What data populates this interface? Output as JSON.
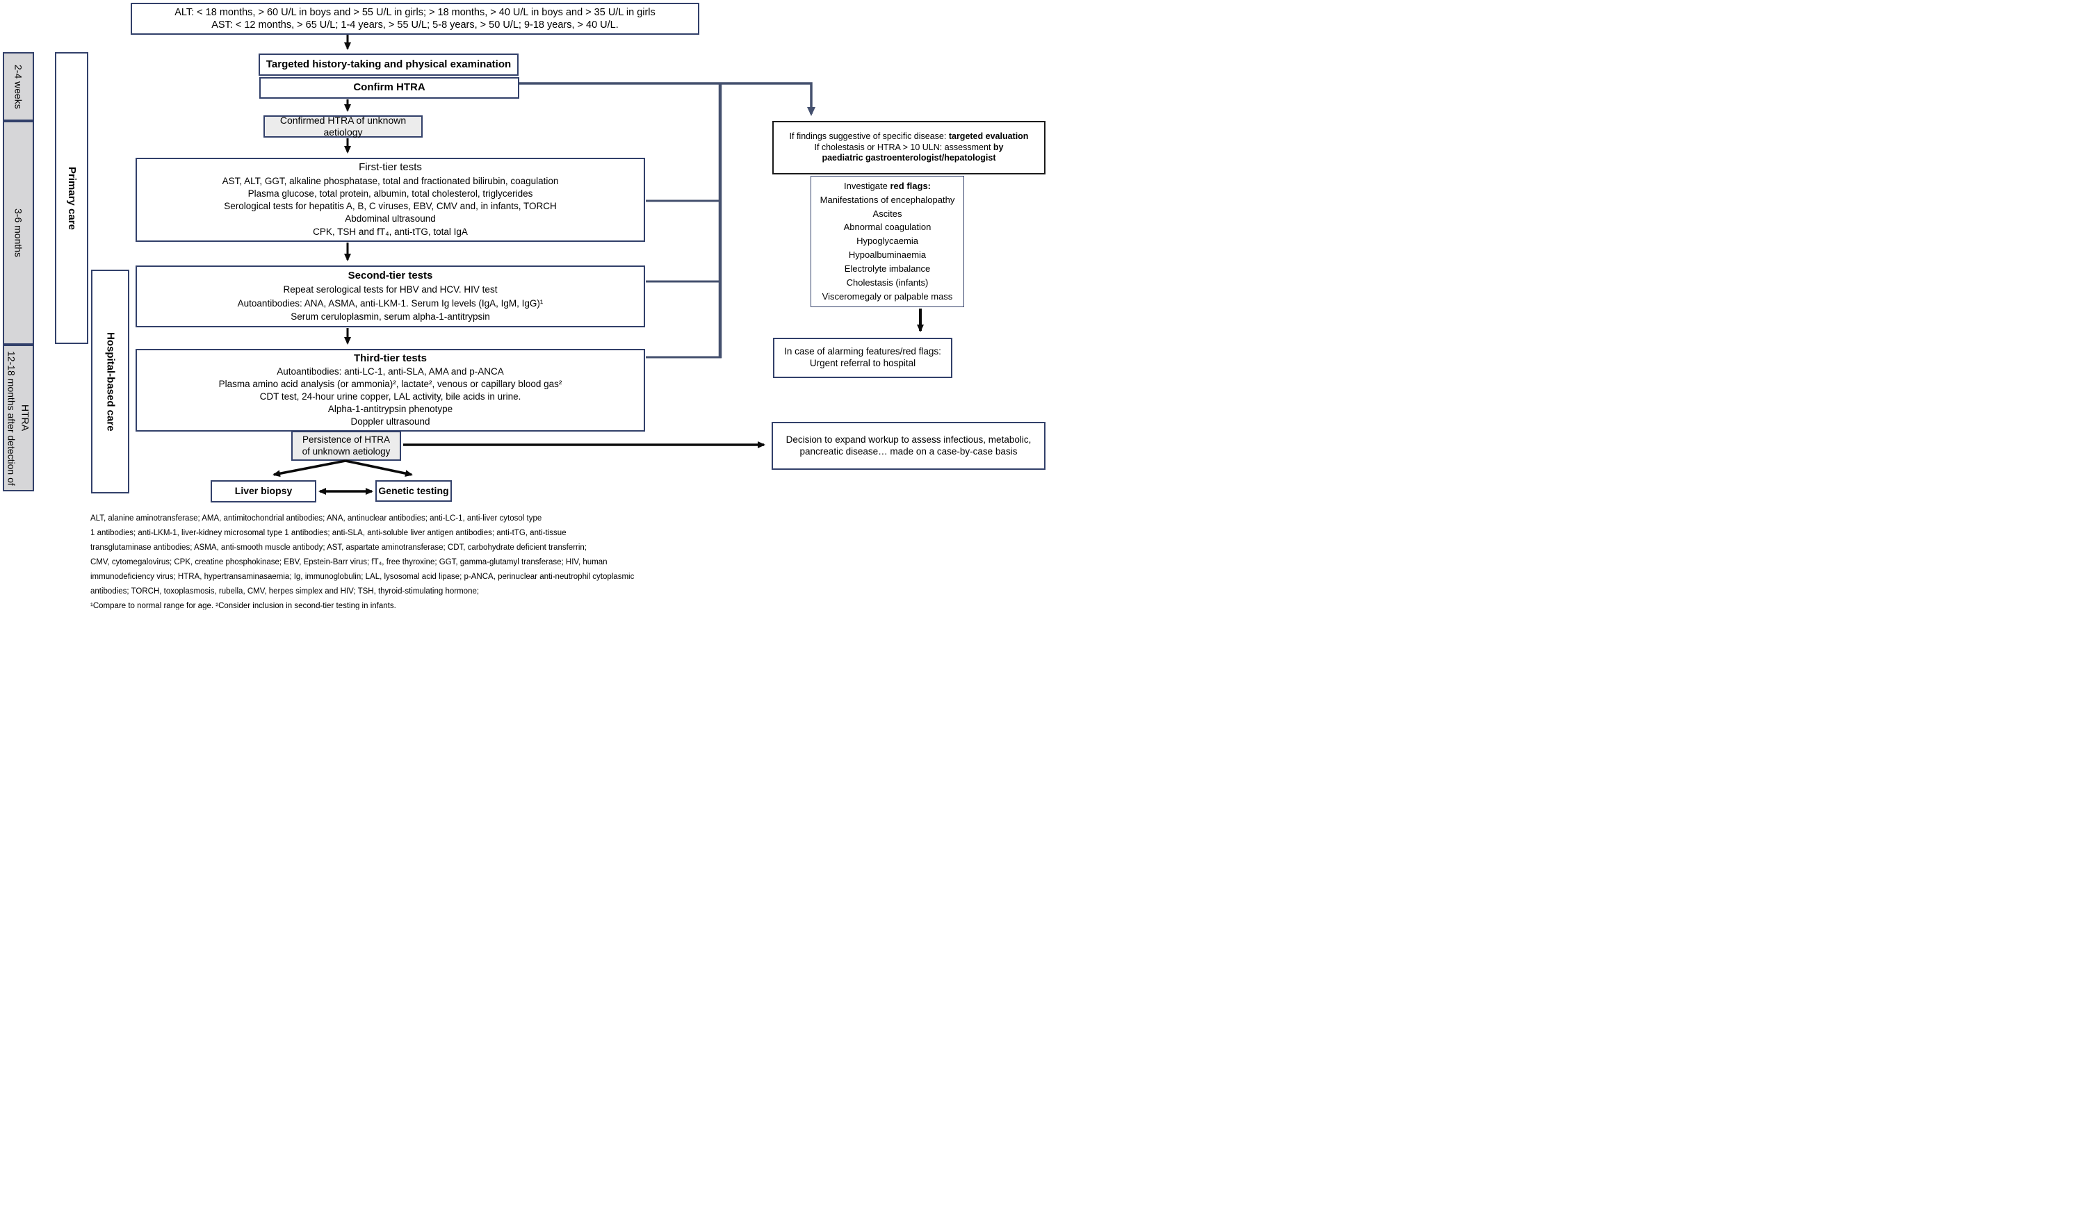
{
  "threshold_box": {
    "line1": "ALT: < 18 months, > 60 U/L in boys and > 55 U/L in girls; > 18 months, > 40 U/L in boys and > 35 U/L in girls",
    "line2": "AST: < 12 months, > 65 U/L; 1-4 years, > 55 U/L; 5-8 years, > 50 U/L; 9-18 years, > 40 U/L."
  },
  "timeline": {
    "phase1": "2-4 weeks",
    "phase2": "3-6 months",
    "phase3": "12-18 months after detection of HTRA"
  },
  "care_levels": {
    "primary": "Primary care",
    "hospital": "Hospital-based care"
  },
  "flow": {
    "targeted": "Targeted history-taking and physical examination",
    "confirm": "Confirm HTRA",
    "confirmed": "Confirmed HTRA of unknown aetiology",
    "first_tier": {
      "title": "First-tier tests",
      "lines": [
        "AST, ALT, GGT, alkaline phosphatase, total and fractionated bilirubin, coagulation",
        "Plasma glucose, total protein, albumin, total cholesterol, triglycerides",
        "Serological tests for hepatitis A, B, C viruses, EBV, CMV and, in infants, TORCH",
        "Abdominal ultrasound",
        "CPK, TSH and fT₄, anti-tTG, total IgA"
      ]
    },
    "second_tier": {
      "title": "Second-tier tests",
      "lines": [
        "Repeat serological tests for HBV and HCV. HIV test",
        "Autoantibodies: ANA, ASMA, anti-LKM-1. Serum Ig levels (IgA, IgM, IgG)¹",
        "Serum ceruloplasmin, serum alpha-1-antitrypsin"
      ]
    },
    "third_tier": {
      "title": "Third-tier tests",
      "lines": [
        "Autoantibodies: anti-LC-1, anti-SLA, AMA and p-ANCA",
        "Plasma amino acid analysis (or ammonia)², lactate², venous or capillary blood gas²",
        "CDT test, 24-hour urine copper, LAL activity, bile acids in urine.",
        "Alpha-1-antitrypsin phenotype",
        "Doppler ultrasound"
      ]
    },
    "persistence": {
      "line1": "Persistence of HTRA",
      "line2": "of unknown aetiology"
    },
    "liver_biopsy": "Liver biopsy",
    "genetic_testing": "Genetic testing"
  },
  "right_column": {
    "referral": {
      "lines": [
        "If findings suggestive of specific disease: **targeted evaluation**",
        "If cholestasis or HTRA > 10 ULN: assessment **by**",
        "**paediatric gastroenterologist/hepatologist**"
      ]
    },
    "red_flags": {
      "title": "Investigate **red flags:**",
      "items": [
        "Manifestations of encephalopathy",
        "Ascites",
        "Abnormal coagulation",
        "Hypoglycaemia",
        "Hypoalbuminaemia",
        "Electrolyte imbalance",
        "Cholestasis (infants)",
        "Visceromegaly or palpable mass"
      ]
    },
    "alarming": {
      "line1": "In case of alarming features/red flags:",
      "line2": "Urgent referral to hospital"
    },
    "decision": {
      "line1": "Decision to expand workup to assess infectious, metabolic,",
      "line2": "pancreatic disease… made on a case-by-case basis"
    }
  },
  "footnotes": {
    "lines": [
      "ALT, alanine aminotransferase; AMA, antimitochondrial antibodies; ANA, antinuclear antibodies; anti-LC-1, anti-liver cytosol type",
      "1 antibodies; anti-LKM-1, liver-kidney microsomal type 1 antibodies; anti-SLA, anti-soluble liver antigen antibodies; anti-tTG, anti-tissue",
      "transglutaminase antibodies; ASMA, anti-smooth muscle antibody; AST, aspartate aminotransferase; CDT, carbohydrate deficient transferrin;",
      "CMV, cytomegalovirus; CPK, creatine phosphokinase; EBV, Epstein-Barr virus; fT₄, free thyroxine; GGT, gamma-glutamyl transferase; HIV, human",
      "immunodeficiency virus; HTRA, hypertransaminasaemia; Ig, immunoglobulin; LAL, lysosomal acid lipase; p-ANCA, perinuclear anti-neutrophil cytoplasmic",
      "antibodies; TORCH, toxoplasmosis, rubella, CMV, herpes simplex and HIV; TSH, thyroid-stimulating hormone;",
      "¹Compare to normal range for age. ²Consider inclusion in second-tier testing in infants."
    ]
  },
  "colors": {
    "border_navy": "#32406a",
    "connector_slate": "#44506e",
    "box_gray": "#ececec",
    "timeline_gray": "#d6d6d8",
    "arrow_black": "#0a0a0a"
  }
}
